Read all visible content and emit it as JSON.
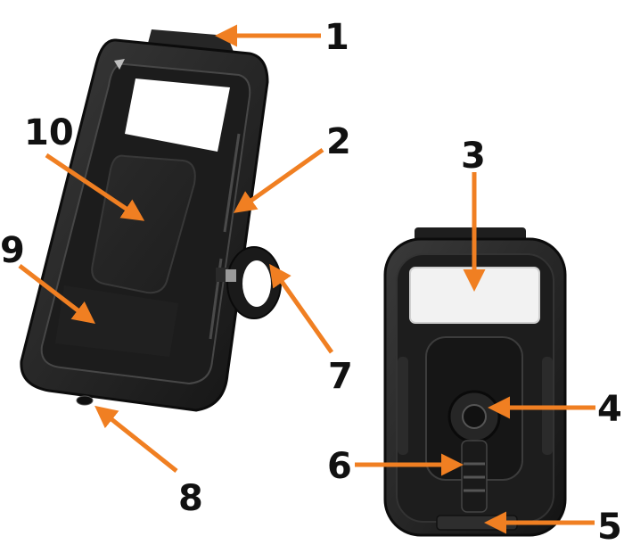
{
  "figure": {
    "subject": "waterproof phone holder case with handlebar mount",
    "views": [
      "front-open-view",
      "back-closed-view"
    ]
  },
  "callouts": [
    {
      "id": "1",
      "label": "1"
    },
    {
      "id": "2",
      "label": "2"
    },
    {
      "id": "3",
      "label": "3"
    },
    {
      "id": "4",
      "label": "4"
    },
    {
      "id": "5",
      "label": "5"
    },
    {
      "id": "6",
      "label": "6"
    },
    {
      "id": "7",
      "label": "7"
    },
    {
      "id": "8",
      "label": "8"
    },
    {
      "id": "9",
      "label": "9"
    },
    {
      "id": "10",
      "label": "10"
    }
  ],
  "colors": {
    "arrow": "#F07F22",
    "number": "#111111",
    "case_dark": "#1b1b1b",
    "case_mid": "#2c2c2c",
    "case_light": "#3d3d3d",
    "window": "#f2f2f2"
  }
}
